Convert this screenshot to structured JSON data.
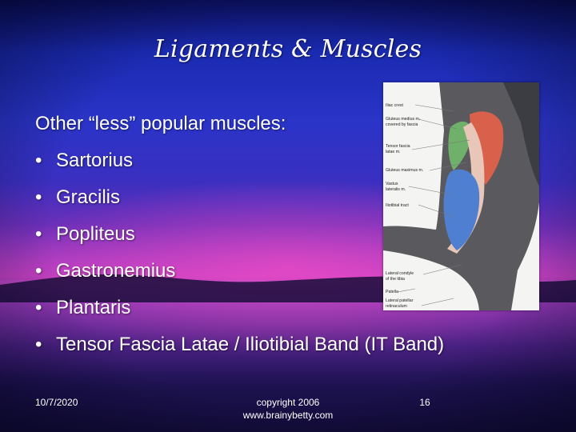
{
  "slide": {
    "title": "Ligaments & Muscles",
    "intro": "Other “less” popular muscles:",
    "bullet_glyph": "•",
    "bullets": [
      "Sartorius",
      "Gracilis",
      "Popliteus",
      "Gastronemius",
      "Plantaris",
      "Tensor Fascia Latae / Iliotibial Band (IT Band)"
    ]
  },
  "figure": {
    "labels": [
      "Iliac crest",
      "Gluteus medius m.",
      "covered by fascia",
      "Tensor fascia",
      "latae m.",
      "Gluteus maximus m.",
      "Vastus",
      "lateralis m.",
      "Iliotibial tract",
      "Lateral condyle",
      "of the tibia",
      "Patella",
      "Lateral patellar",
      "retinaculum"
    ],
    "colors": {
      "red_muscle": "#d9604a",
      "green_muscle": "#6fb06a",
      "blue_muscle": "#4f7fd0",
      "skin": "#5a5a5e"
    }
  },
  "footer": {
    "date": "10/7/2020",
    "copyright_line1": "copyright 2006",
    "copyright_line2": "www.brainybetty.com",
    "page_number": "16"
  }
}
